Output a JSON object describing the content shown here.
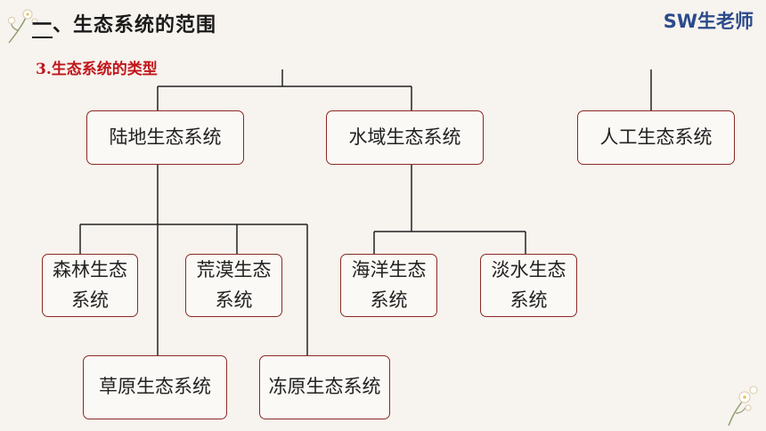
{
  "header": {
    "title_prefix": "一",
    "title_rest": "、生态系统的范围",
    "brand": "SW生老师"
  },
  "subtitle": {
    "number": "3.",
    "text": "生态系统的类型"
  },
  "diagram": {
    "terrestrial": "陆地生态系统",
    "aquatic": "水域生态系统",
    "artificial": "人工生态系统",
    "forest": [
      "森林生态",
      "系统"
    ],
    "desert": [
      "荒漠生态",
      "系统"
    ],
    "marine": [
      "海洋生态",
      "系统"
    ],
    "freshwater": [
      "淡水生态",
      "系统"
    ],
    "grassland": "草原生态系统",
    "tundra": "冻原生态系统"
  },
  "colors": {
    "title": "#1a1a1a",
    "brand": "#2b4a8b",
    "subtitle": "#c0151b",
    "node_border": "#8a2a24",
    "connector": "#222222"
  }
}
